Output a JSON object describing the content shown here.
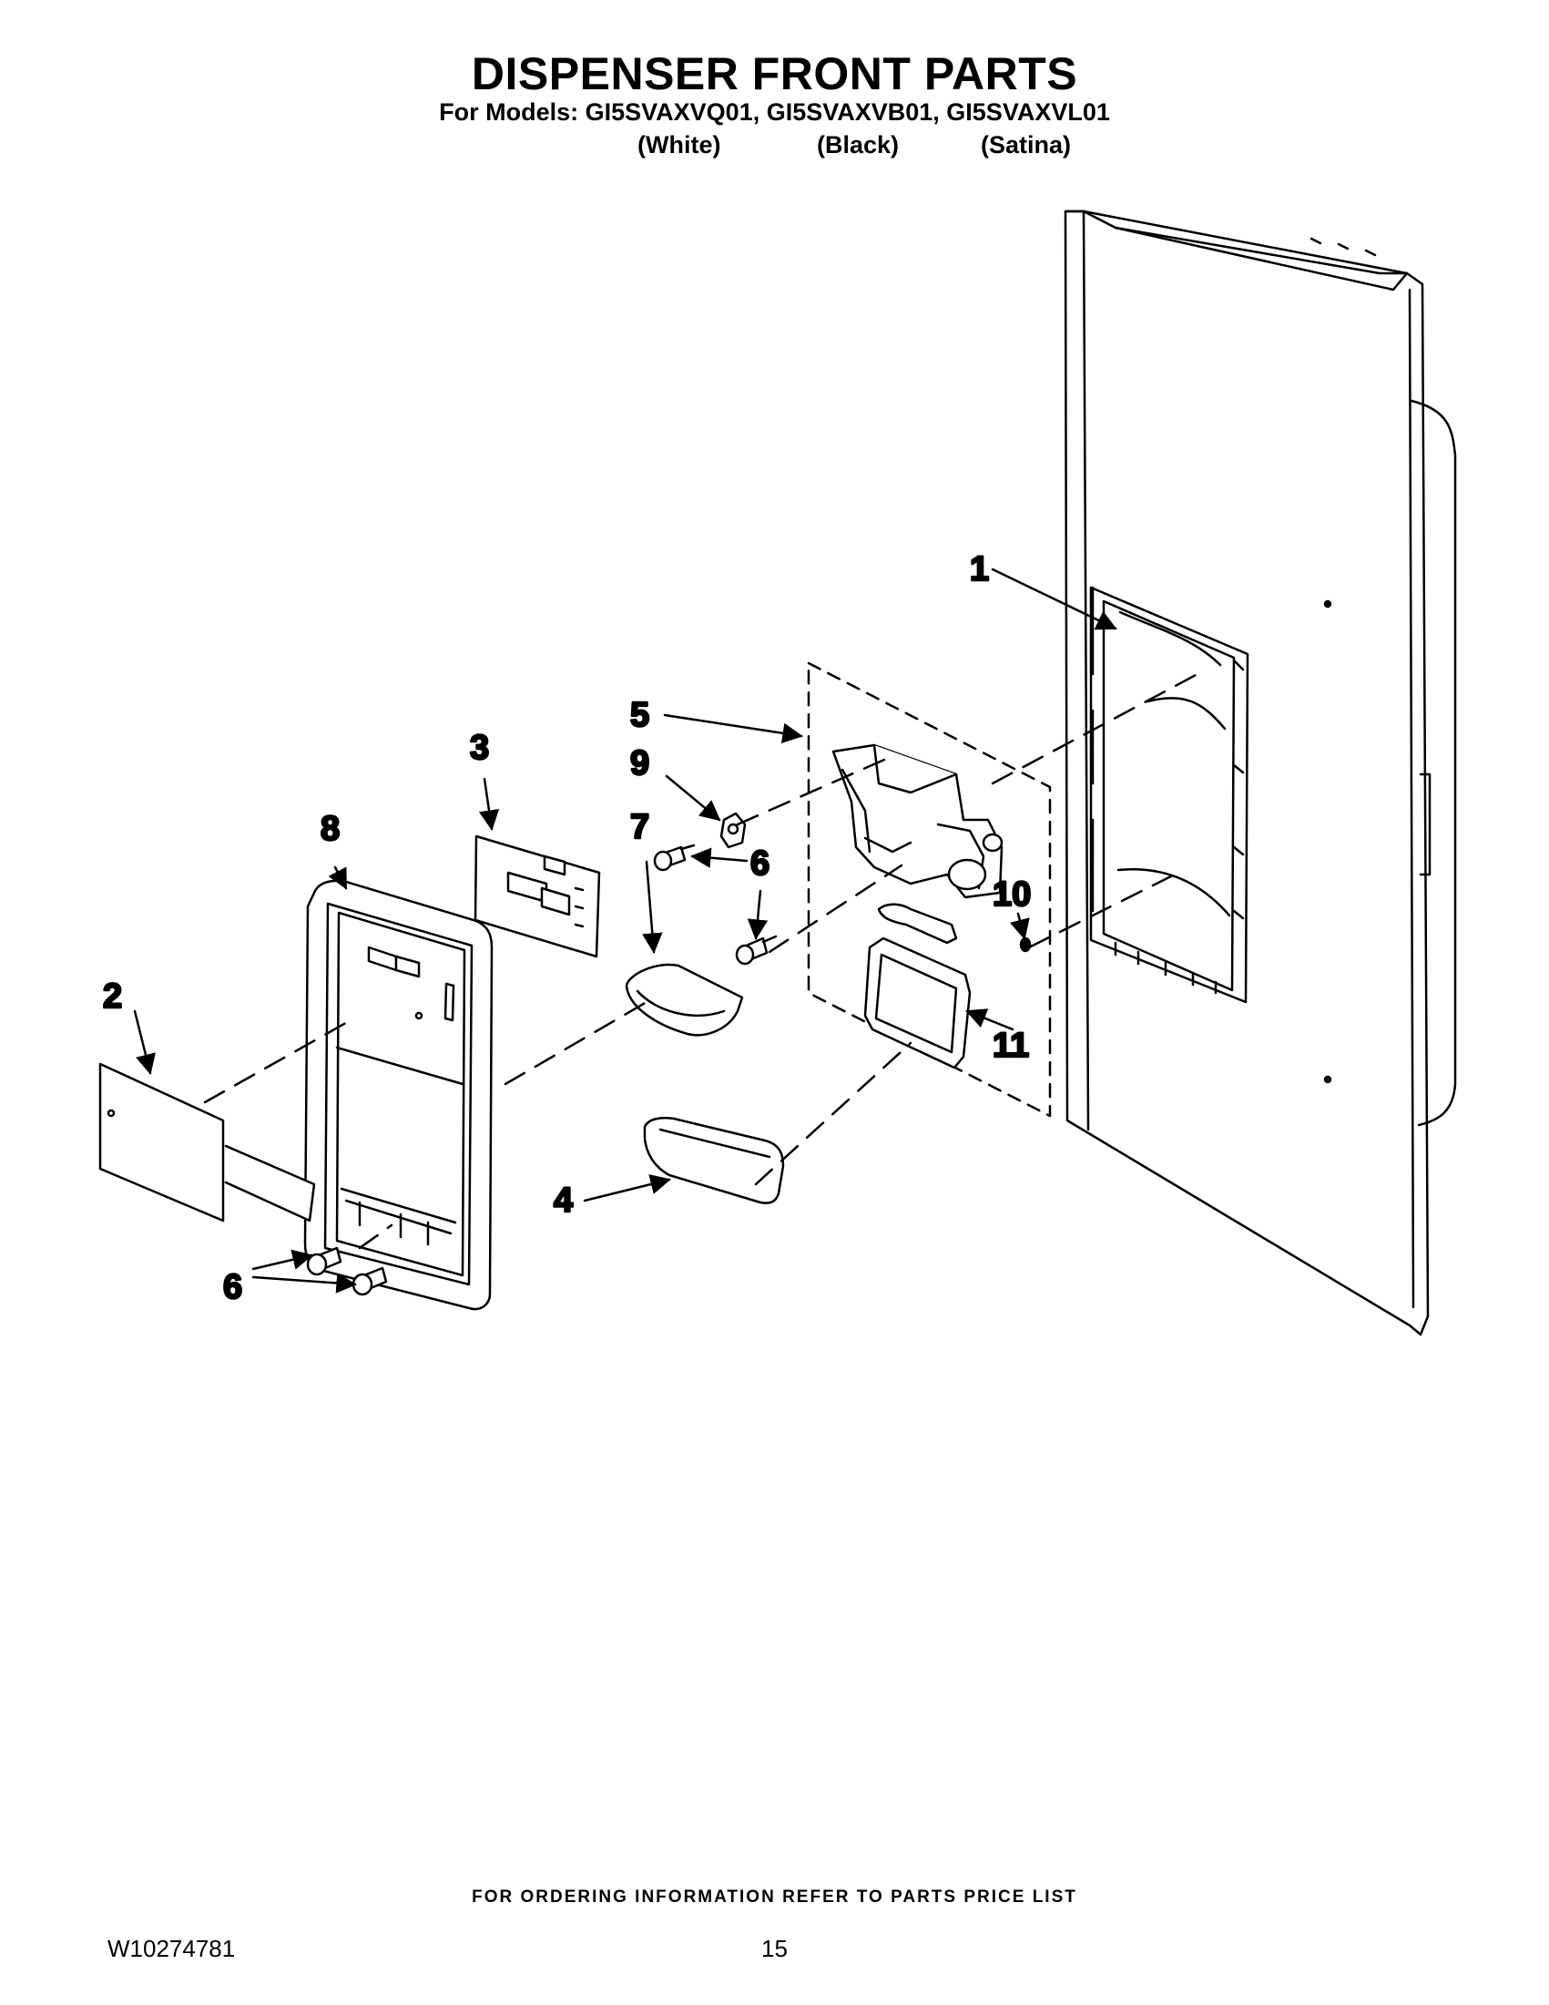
{
  "header": {
    "title": "DISPENSER FRONT PARTS",
    "models_line": "For Models: GI5SVAXVQ01, GI5SVAXVB01, GI5SVAXVL01",
    "variants": [
      "(White)",
      "(Black)",
      "(Satina)"
    ]
  },
  "callouts": {
    "c1": "1",
    "c2": "2",
    "c3": "3",
    "c4": "4",
    "c5": "5",
    "c6a": "6",
    "c6b": "6",
    "c7": "7",
    "c8": "8",
    "c9": "9",
    "c10": "10",
    "c11": "11"
  },
  "footer": {
    "note": "FOR ORDERING INFORMATION REFER TO PARTS PRICE LIST",
    "doc_number": "W10274781",
    "page_number": "15"
  }
}
